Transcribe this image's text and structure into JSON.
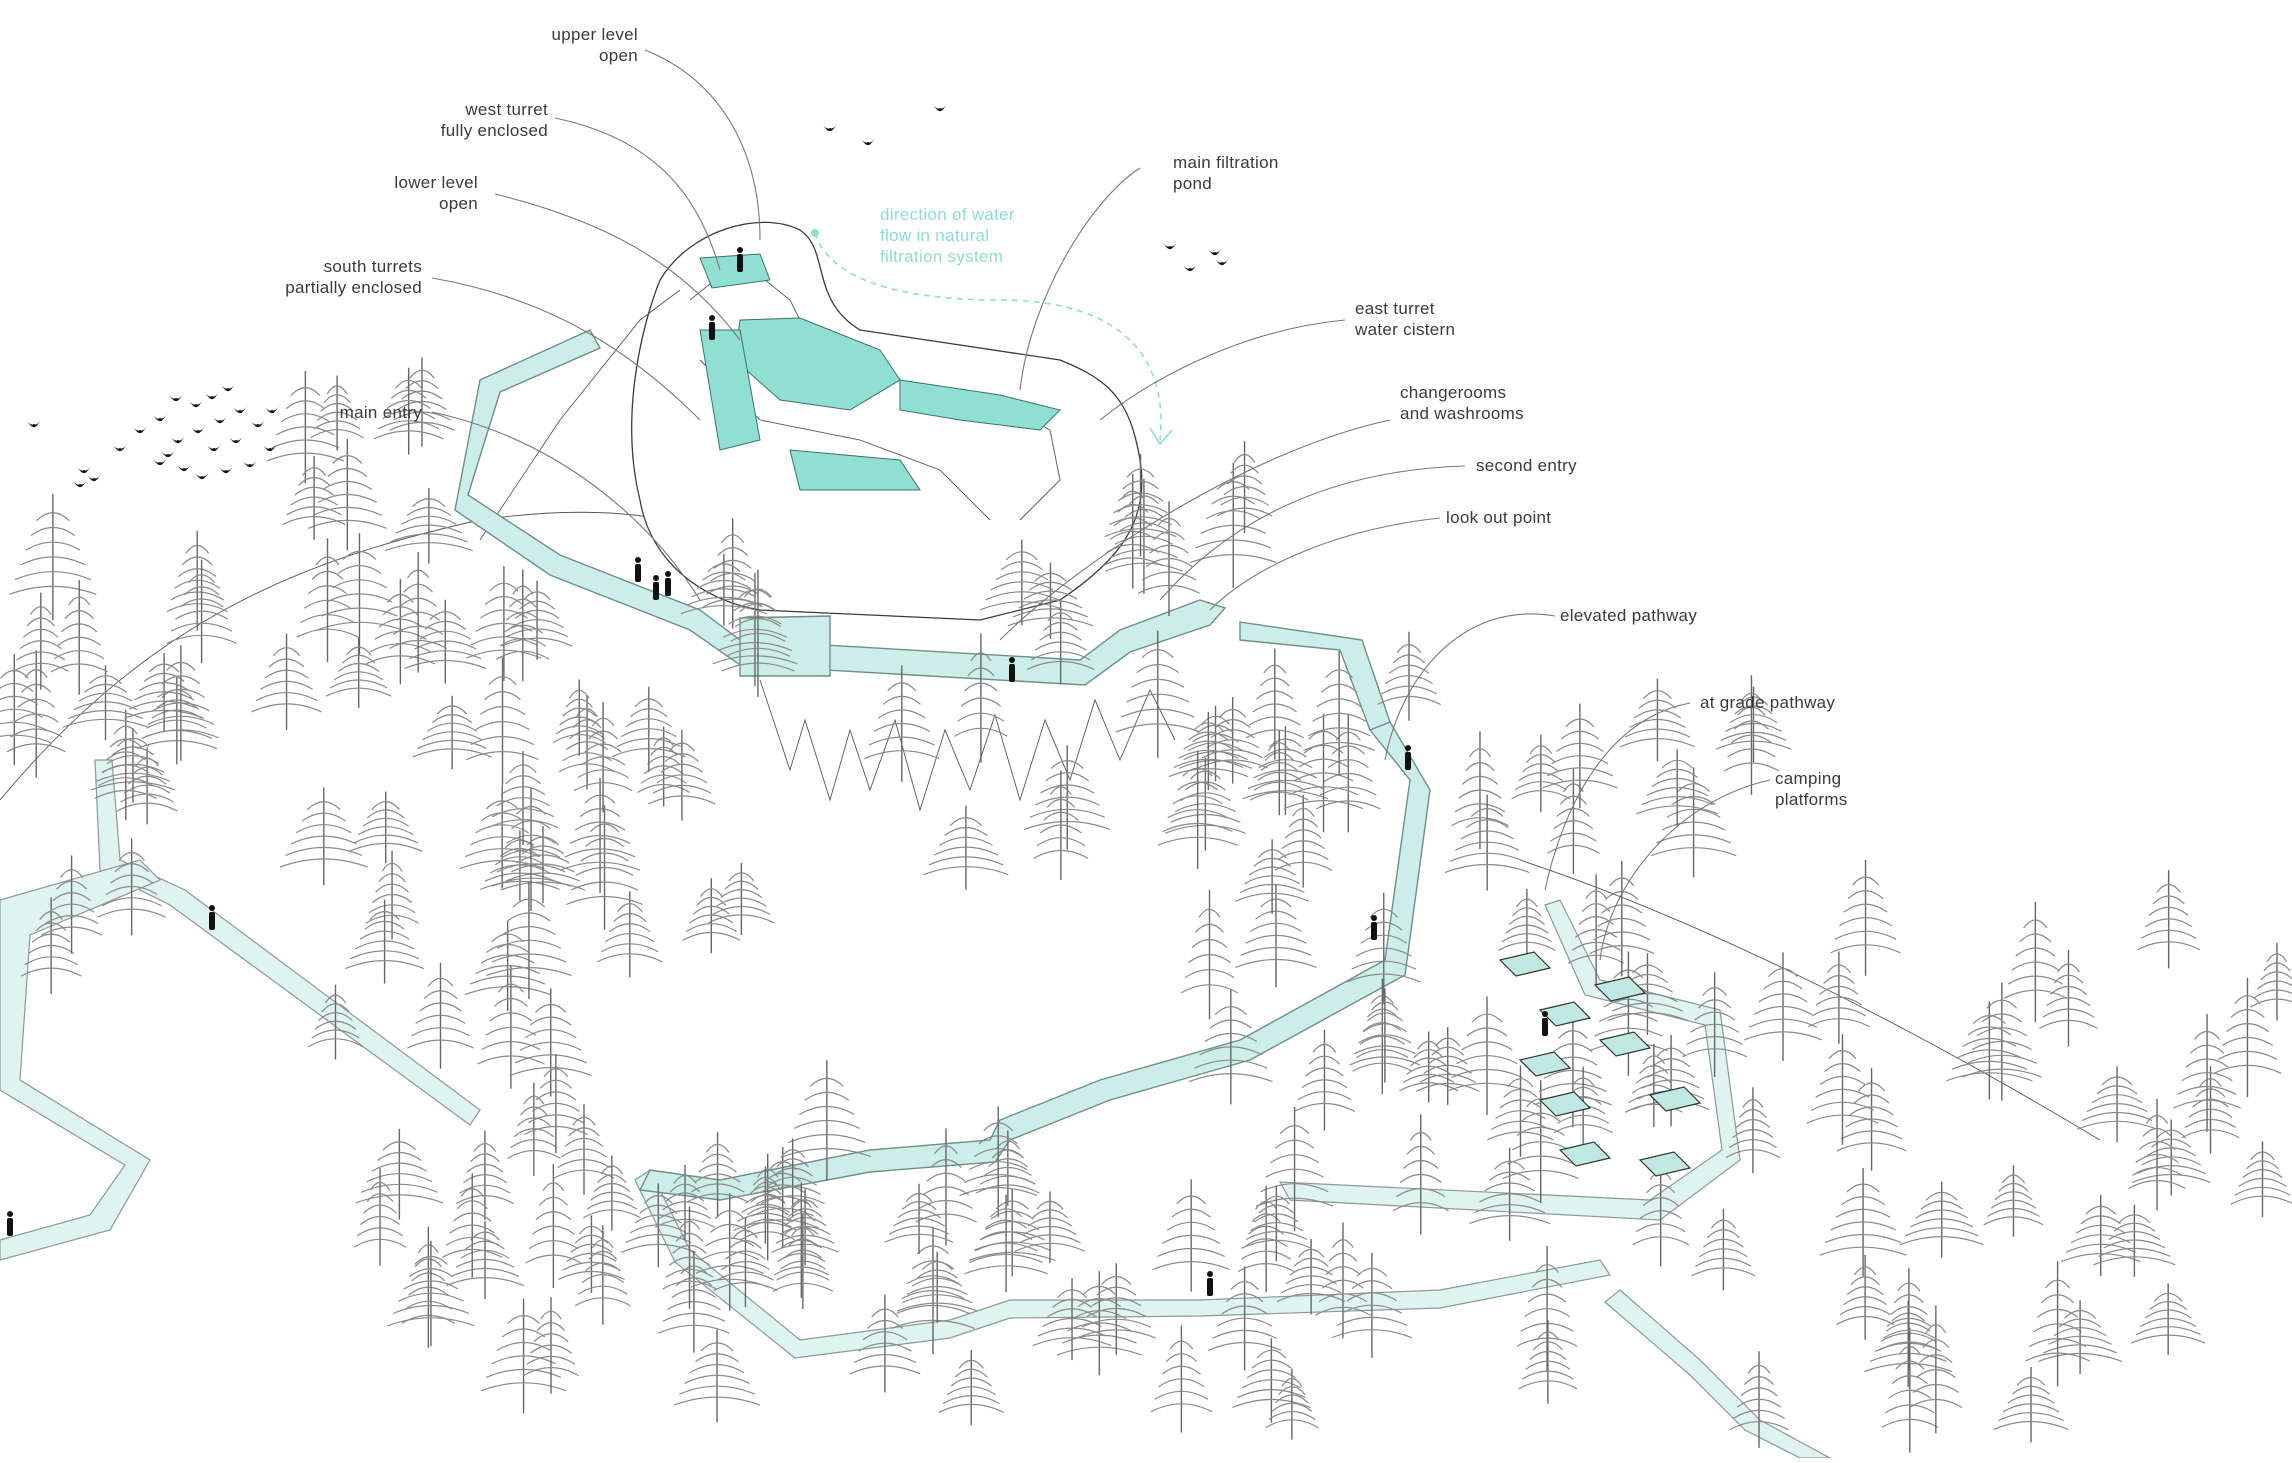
{
  "labels": {
    "upper_level": "upper level\nopen",
    "west_turret": "west turret\nfully enclosed",
    "lower_level": "lower level\nopen",
    "south_turrets": "south turrets\npartially enclosed",
    "main_entry": "main entry",
    "water_flow": "direction of water\nflow in natural\nfiltration system",
    "main_filtration": "main filtration\npond",
    "east_turret": "east turret\nwater cistern",
    "changerooms": "changerooms\nand washrooms",
    "second_entry": "second entry",
    "look_out": "look out point",
    "elevated_pathway": "elevated pathway",
    "at_grade_pathway": "at grade pathway",
    "camping_platforms": "camping\nplatforms"
  },
  "colors": {
    "accent_teal": "#8fe0d2",
    "path_teal": "#dff3f0",
    "label_text": "#3a3a3a",
    "annotation_teal": "#8fdcd0"
  }
}
